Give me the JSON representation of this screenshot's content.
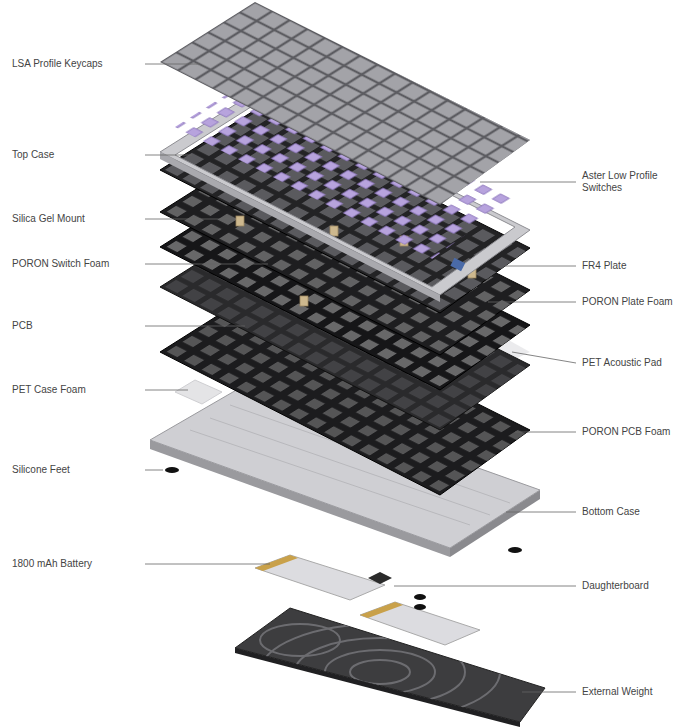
{
  "diagram": {
    "labels": [
      "LSA Profile Keycaps",
      "Top Case",
      "Aster Low Profile Switches",
      "Silica Gel Mount",
      "PORON Switch Foam",
      "FR4 Plate",
      "PORON Plate Foam",
      "PCB",
      "PET Acoustic Pad",
      "PET Case Foam",
      "PORON PCB Foam",
      "Silicone Feet",
      "Bottom Case",
      "1800 mAh Battery",
      "Daughterboard",
      "External Weight"
    ]
  }
}
